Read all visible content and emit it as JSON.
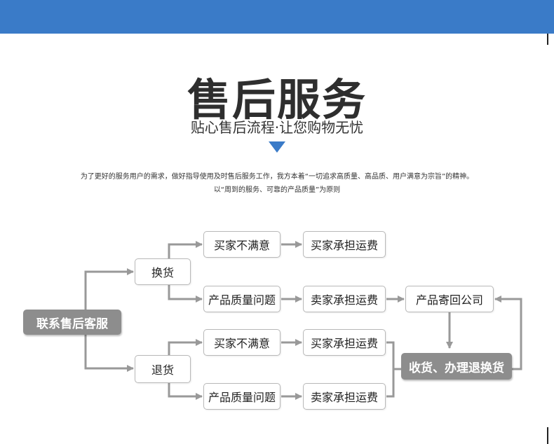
{
  "header": {
    "title": "售后服务",
    "subtitle": "贴心售后流程·让您购物无忧",
    "description_line1": "为了更好的服务用户的需求，做好指导使用及时售后服务工作，我方本着“一切追求高质量、高品质、用户满意为宗旨”的精神。",
    "description_line2": "以“周到的服务、可靠的产品质量”为原则"
  },
  "flow": {
    "start": "联系售后客服",
    "exchange": "换货",
    "return": "退货",
    "exchange_unsatisfied": "买家不满意",
    "exchange_buyer_pays": "买家承担运费",
    "exchange_quality": "产品质量问题",
    "exchange_seller_pays": "卖家承担运费",
    "send_back": "产品寄回公司",
    "return_unsatisfied": "买家不满意",
    "return_buyer_pays": "买家承担运费",
    "return_quality": "产品质量问题",
    "return_seller_pays": "卖家承担运费",
    "end": "收货、办理退换货"
  },
  "colors": {
    "accent_blue": "#3a7bc8",
    "dark_box": "#8d8d8d",
    "arrow_gray": "#999999"
  }
}
